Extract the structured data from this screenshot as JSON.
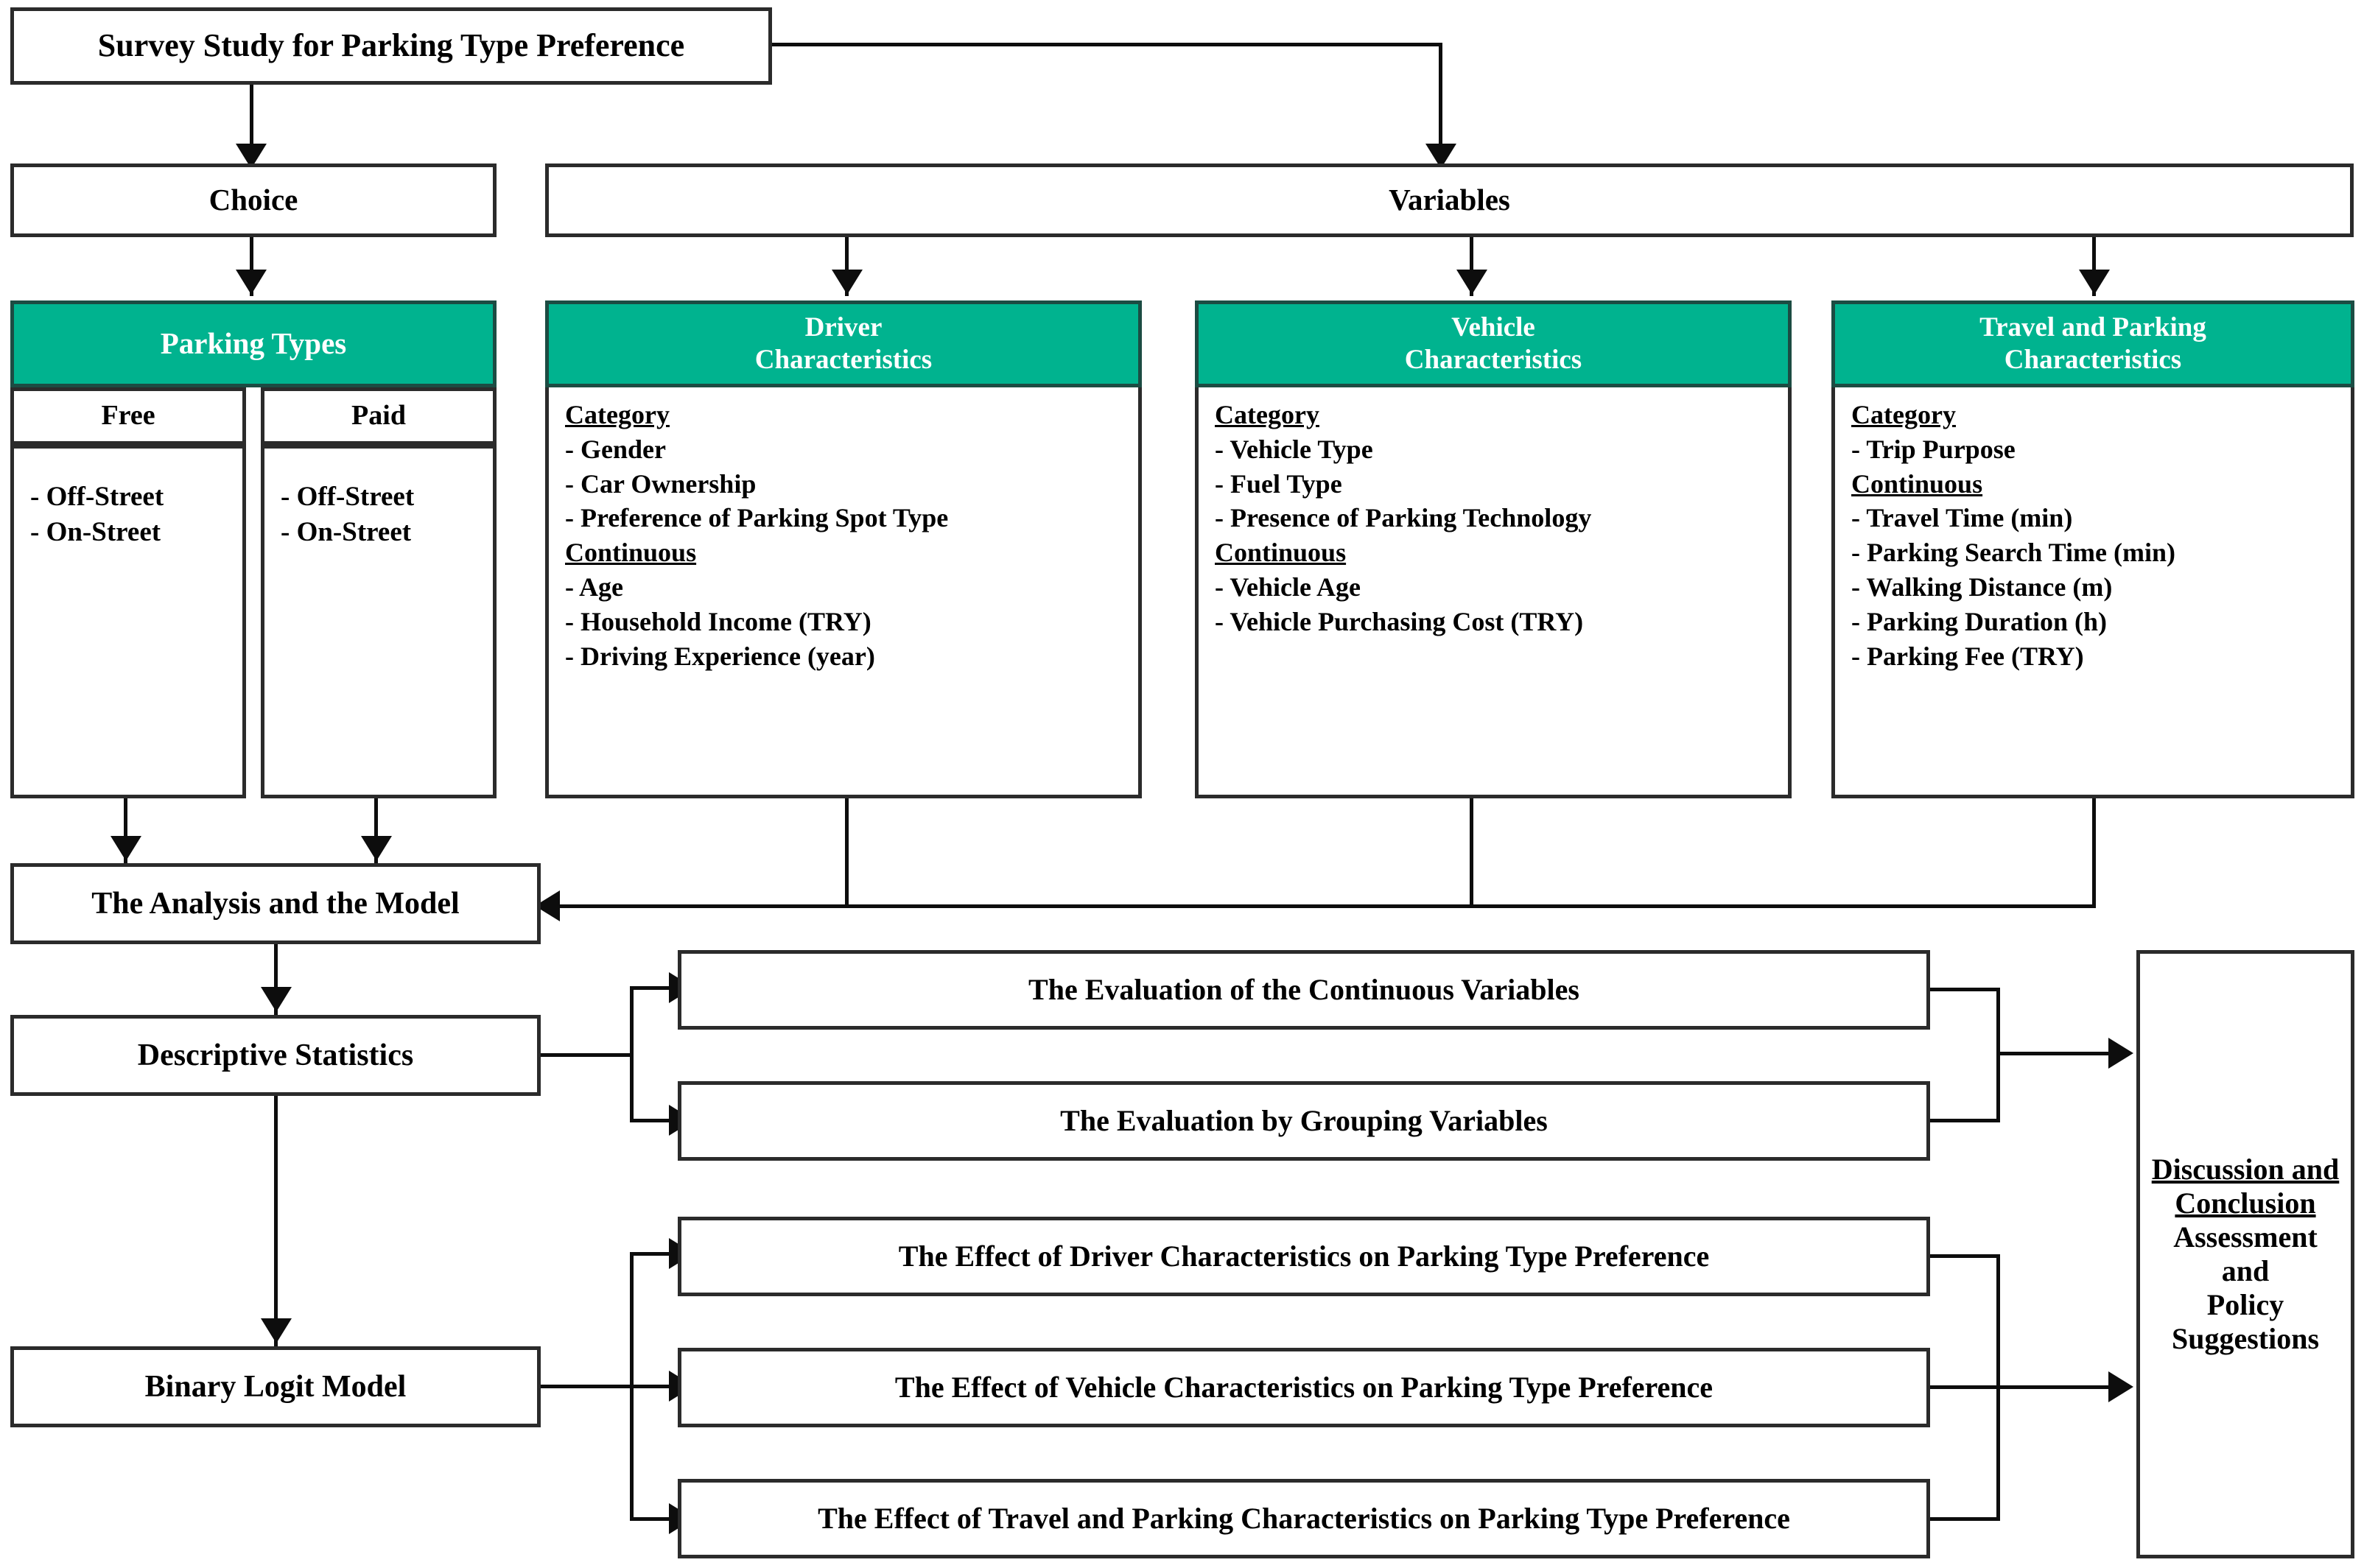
{
  "title_box": {
    "label": "Survey Study for Parking Type Preference"
  },
  "level2": {
    "choice": "Choice",
    "variables": "Variables"
  },
  "parking_types": {
    "header": "Parking Types",
    "columns": [
      {
        "title": "Free",
        "items": [
          "- Off-Street",
          "- On-Street"
        ]
      },
      {
        "title": "Paid",
        "items": [
          "- Off-Street",
          "- On-Street"
        ]
      }
    ]
  },
  "characteristics": [
    {
      "header_line1": "Driver",
      "header_line2": "Characteristics",
      "groups": [
        {
          "label": "Category",
          "items": [
            "- Gender",
            "- Car Ownership",
            "- Preference of Parking Spot Type"
          ]
        },
        {
          "label": "Continuous",
          "items": [
            "- Age",
            "- Household Income (TRY)",
            "- Driving Experience (year)"
          ]
        }
      ]
    },
    {
      "header_line1": "Vehicle",
      "header_line2": "Characteristics",
      "groups": [
        {
          "label": "Category",
          "items": [
            "- Vehicle Type",
            "- Fuel Type",
            "- Presence of Parking Technology"
          ]
        },
        {
          "label": "Continuous",
          "items": [
            "- Vehicle Age",
            "- Vehicle Purchasing Cost (TRY)"
          ]
        }
      ]
    },
    {
      "header_line1": "Travel and Parking",
      "header_line2": "Characteristics",
      "groups": [
        {
          "label": "Category",
          "items": [
            "- Trip Purpose"
          ]
        },
        {
          "label": "Continuous",
          "items": [
            "- Travel Time (min)",
            "- Parking Search Time (min)",
            "- Walking Distance (m)",
            "- Parking Duration (h)",
            "- Parking Fee (TRY)"
          ]
        }
      ]
    }
  ],
  "analysis": {
    "model": "The Analysis and the Model",
    "descriptive": "Descriptive Statistics",
    "logit": "Binary Logit Model"
  },
  "descriptive_outputs": [
    "The Evaluation of the Continuous Variables",
    "The Evaluation by Grouping Variables"
  ],
  "logit_outputs": [
    "The Effect of Driver Characteristics on Parking Type Preference",
    "The Effect of Vehicle Characteristics on Parking Type Preference",
    "The Effect of Travel and Parking Characteristics on Parking Type Preference"
  ],
  "conclusion": {
    "heading_line1": "Discussion and",
    "heading_line2": "Conclusion",
    "body_line1": "Assessment and",
    "body_line2": "Policy Suggestions"
  },
  "colors": {
    "teal_header": "#00b38f",
    "border": "#2b2b2b",
    "line": "#0d0d0d",
    "header_text": "#ffffff",
    "page_background": "#ffffff"
  }
}
